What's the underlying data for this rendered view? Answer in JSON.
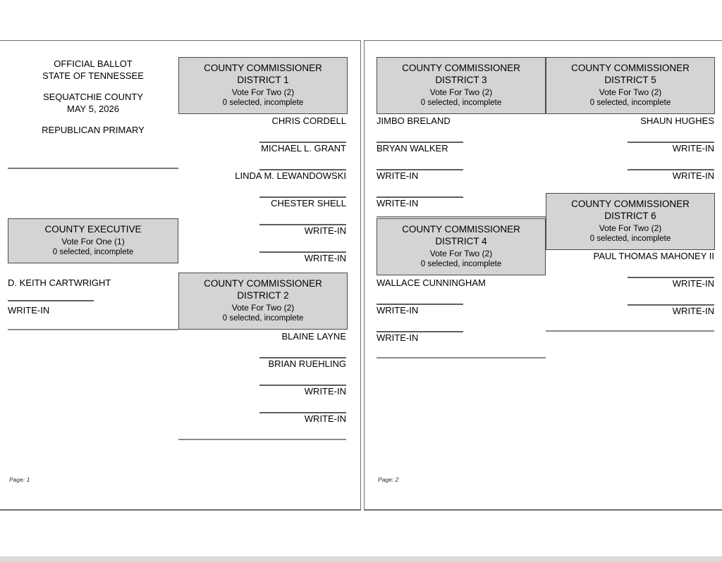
{
  "document": {
    "type": "ballot-preview",
    "colors": {
      "contest_header_fill": "#d4d4d4",
      "contest_header_border": "#4a4a4a",
      "rule": "#5e5e5e",
      "page_border": "#6f6f6f",
      "text": "#000000"
    }
  },
  "page1": {
    "footer": "Page: 1",
    "header": {
      "line1": "OFFICIAL BALLOT",
      "line2": "STATE OF TENNESSEE",
      "line3": "SEQUATCHIE COUNTY",
      "line4": "MAY 5, 2026",
      "line5": "REPUBLICAN PRIMARY"
    },
    "contests": [
      {
        "id": "county-executive",
        "title_line1": "COUNTY EXECUTIVE",
        "title_line2": "",
        "vote_for": "Vote For One (1)",
        "status": "0 selected, incomplete",
        "align": "left",
        "candidates": [
          {
            "name": "D. KEITH CARTWRIGHT",
            "writein": false
          },
          {
            "name": "WRITE-IN",
            "writein": true
          }
        ]
      },
      {
        "id": "county-commissioner-district-1",
        "title_line1": "COUNTY COMMISSIONER",
        "title_line2": "DISTRICT 1",
        "vote_for": "Vote For Two (2)",
        "status": "0 selected, incomplete",
        "align": "right",
        "candidates": [
          {
            "name": "CHRIS CORDELL",
            "writein": false
          },
          {
            "name": "MICHAEL L. GRANT",
            "writein": false
          },
          {
            "name": "LINDA M. LEWANDOWSKI",
            "writein": false
          },
          {
            "name": "CHESTER SHELL",
            "writein": false
          },
          {
            "name": "WRITE-IN",
            "writein": true
          },
          {
            "name": "WRITE-IN",
            "writein": true
          }
        ]
      },
      {
        "id": "county-commissioner-district-2",
        "title_line1": "COUNTY COMMISSIONER",
        "title_line2": "DISTRICT 2",
        "vote_for": "Vote For Two (2)",
        "status": "0 selected, incomplete",
        "align": "right",
        "candidates": [
          {
            "name": "BLAINE LAYNE",
            "writein": false
          },
          {
            "name": "BRIAN RUEHLING",
            "writein": false
          },
          {
            "name": "WRITE-IN",
            "writein": true
          },
          {
            "name": "WRITE-IN",
            "writein": true
          }
        ]
      }
    ]
  },
  "page2": {
    "footer": "Page: 2",
    "contests": [
      {
        "id": "county-commissioner-district-3",
        "title_line1": "COUNTY COMMISSIONER",
        "title_line2": "DISTRICT 3",
        "vote_for": "Vote For Two (2)",
        "status": "0 selected, incomplete",
        "align": "left",
        "candidates": [
          {
            "name": "JIMBO BRELAND",
            "writein": false
          },
          {
            "name": "BRYAN WALKER",
            "writein": false
          },
          {
            "name": "WRITE-IN",
            "writein": true
          },
          {
            "name": "WRITE-IN",
            "writein": true
          }
        ]
      },
      {
        "id": "county-commissioner-district-4",
        "title_line1": "COUNTY COMMISSIONER",
        "title_line2": "DISTRICT 4",
        "vote_for": "Vote For Two (2)",
        "status": "0 selected, incomplete",
        "align": "left",
        "candidates": [
          {
            "name": "WALLACE CUNNINGHAM",
            "writein": false
          },
          {
            "name": "WRITE-IN",
            "writein": true
          },
          {
            "name": "WRITE-IN",
            "writein": true
          }
        ]
      },
      {
        "id": "county-commissioner-district-5",
        "title_line1": "COUNTY COMMISSIONER",
        "title_line2": "DISTRICT 5",
        "vote_for": "Vote For Two (2)",
        "status": "0 selected, incomplete",
        "align": "right",
        "candidates": [
          {
            "name": "SHAUN HUGHES",
            "writein": false
          },
          {
            "name": "WRITE-IN",
            "writein": true
          },
          {
            "name": "WRITE-IN",
            "writein": true
          }
        ]
      },
      {
        "id": "county-commissioner-district-6",
        "title_line1": "COUNTY COMMISSIONER",
        "title_line2": "DISTRICT 6",
        "vote_for": "Vote For Two (2)",
        "status": "0 selected, incomplete",
        "align": "right",
        "candidates": [
          {
            "name": "PAUL THOMAS MAHONEY II",
            "writein": false
          },
          {
            "name": "WRITE-IN",
            "writein": true
          },
          {
            "name": "WRITE-IN",
            "writein": true
          }
        ]
      }
    ]
  }
}
